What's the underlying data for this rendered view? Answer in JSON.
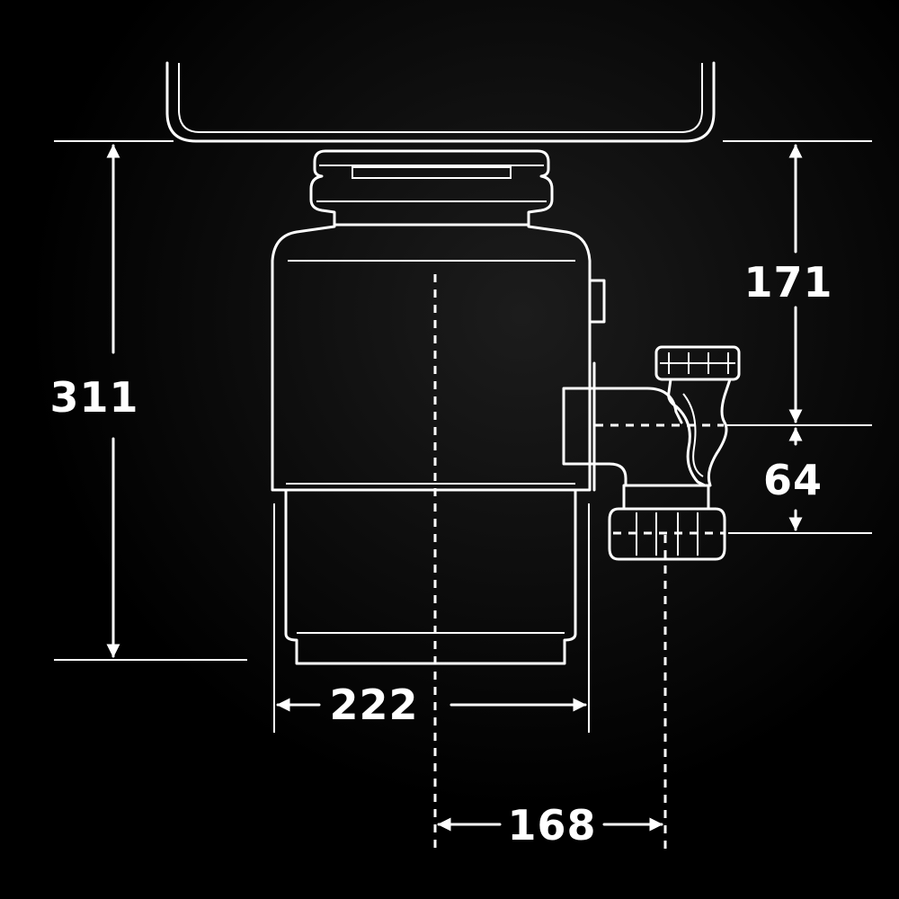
{
  "colors": {
    "background": "#000000",
    "line": "#ffffff",
    "text": "#ffffff"
  },
  "dimensions": {
    "total_height": "311",
    "top_to_outlet": "171",
    "outlet_offset": "64",
    "body_width": "222",
    "outlet_horizontal": "168"
  }
}
